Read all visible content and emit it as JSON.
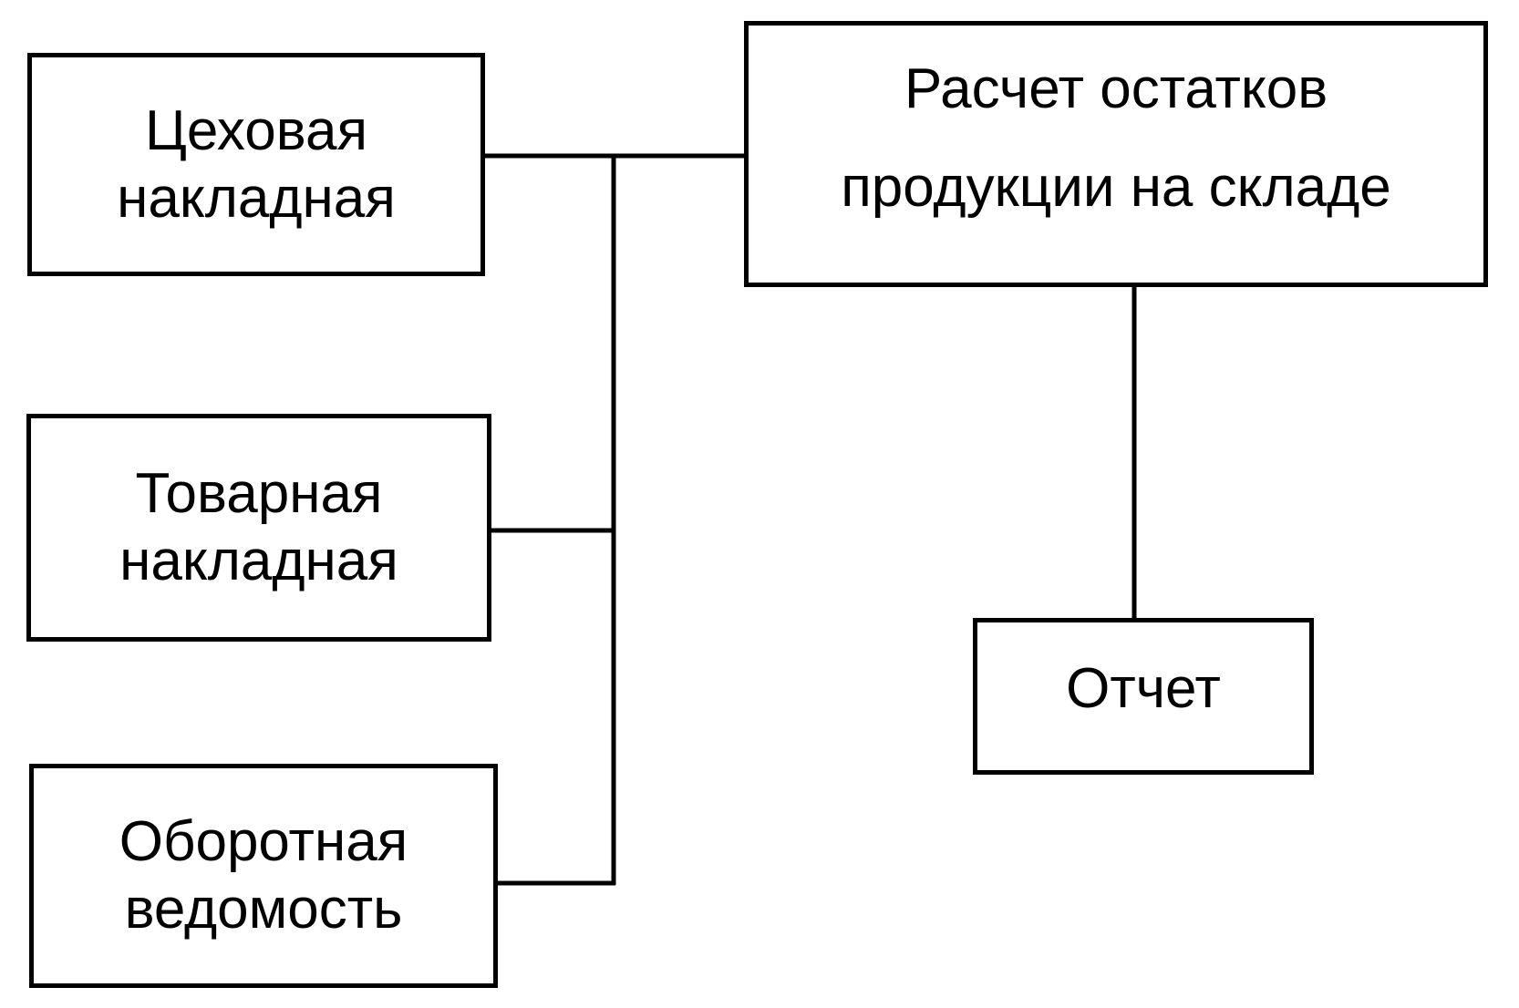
{
  "diagram": {
    "nodes": {
      "workshop_invoice": {
        "lines": [
          "Цеховая",
          "накладная"
        ]
      },
      "goods_invoice": {
        "lines": [
          "Товарная",
          "накладная"
        ]
      },
      "turnover_statement": {
        "lines": [
          "Оборотная",
          "ведомость"
        ]
      },
      "stock_calculation": {
        "lines": [
          "Расчет остатков",
          "продукции на складе"
        ]
      },
      "report": {
        "lines": [
          "Отчет"
        ]
      }
    },
    "edges": [
      {
        "from": "workshop_invoice",
        "to": "stock_calculation"
      },
      {
        "from": "goods_invoice",
        "to": "stock_calculation"
      },
      {
        "from": "turnover_statement",
        "to": "stock_calculation"
      },
      {
        "from": "stock_calculation",
        "to": "report"
      }
    ]
  }
}
